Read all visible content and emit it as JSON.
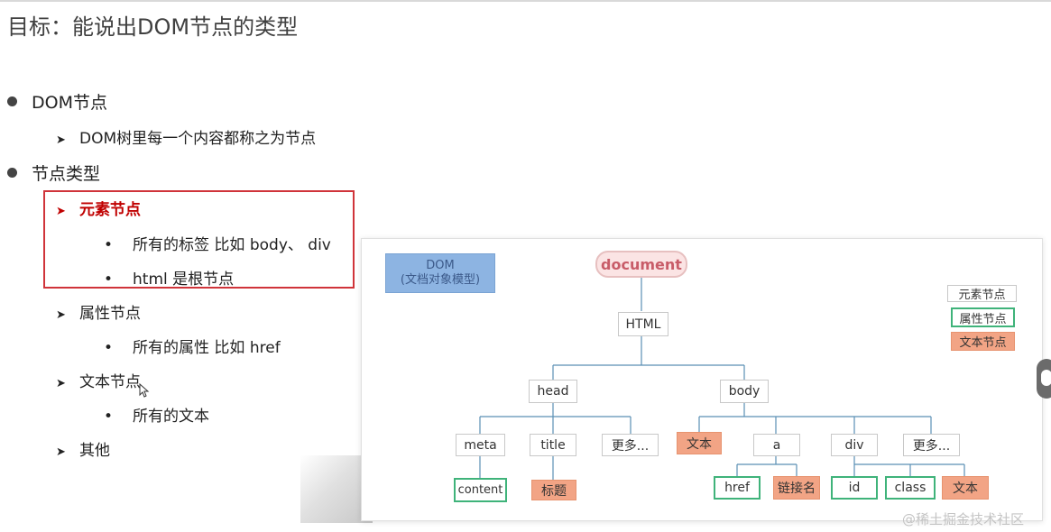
{
  "slide": {
    "title": "目标：能说出DOM节点的类型",
    "sections": [
      {
        "label": "DOM节点",
        "items": [
          {
            "label": "DOM树里每一个内容都称之为节点",
            "subitems": []
          }
        ]
      },
      {
        "label": "节点类型",
        "items": [
          {
            "label": "元素节点",
            "highlighted": true,
            "subitems": [
              "所有的标签 比如 body、 div",
              "html 是根节点"
            ]
          },
          {
            "label": "属性节点",
            "subitems": [
              "所有的属性 比如 href"
            ]
          },
          {
            "label": "文本节点",
            "subitems": [
              "所有的文本"
            ]
          },
          {
            "label": "其他",
            "subitems": []
          }
        ]
      }
    ]
  },
  "diagram": {
    "dom_label_line1": "DOM",
    "dom_label_line2": "(文档对象模型)",
    "legend": {
      "element": "元素节点",
      "attribute": "属性节点",
      "text": "文本节点"
    },
    "nodes": {
      "document": "document",
      "html": "HTML",
      "head": "head",
      "body": "body",
      "meta": "meta",
      "title": "title",
      "head_more": "更多...",
      "content": "content",
      "title_text": "标题",
      "body_text": "文本",
      "a": "a",
      "div": "div",
      "body_more": "更多...",
      "href": "href",
      "link_name": "链接名",
      "id": "id",
      "class": "class",
      "div_text": "文本"
    },
    "colors": {
      "element_border": "#c8c8c8",
      "attribute_border": "#3fb37a",
      "text_fill": "#f2a485",
      "dom_label_fill": "#8db4e2",
      "document_fill": "#fbe4e4",
      "document_text": "#c85c68",
      "highlight_box": "#d0343a"
    }
  },
  "watermark": "@稀土掘金技术社区"
}
